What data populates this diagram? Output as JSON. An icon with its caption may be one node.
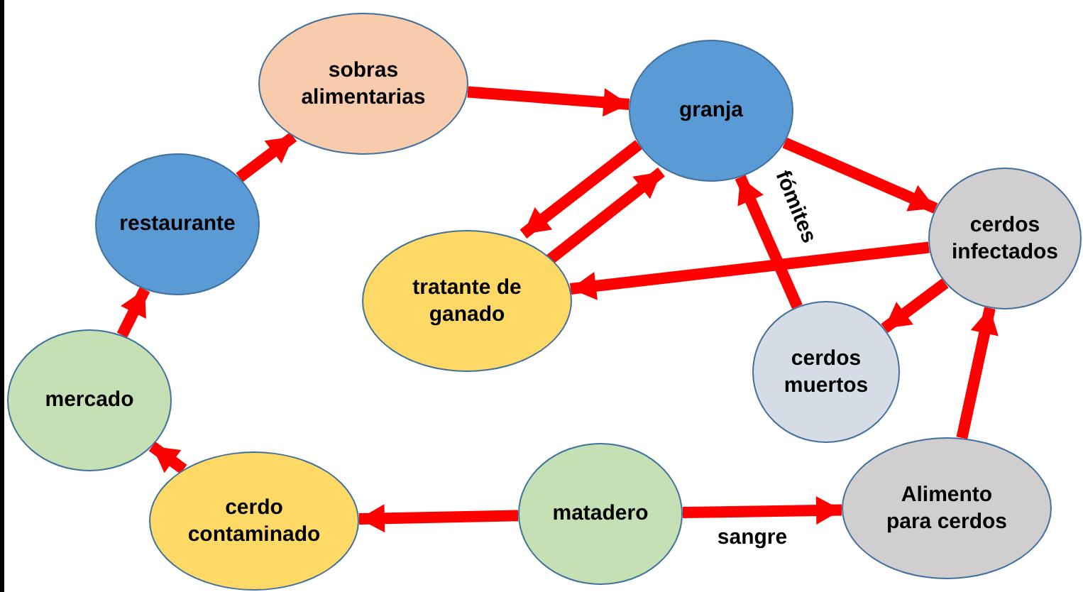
{
  "diagram": {
    "nodes": [
      {
        "text": [
          "sobras alimentarias"
        ]
      },
      {
        "text": [
          "granja"
        ]
      },
      {
        "text": [
          "restaurante"
        ]
      },
      {
        "text": [
          "tratante de ganado"
        ]
      },
      {
        "text": [
          "cerdos infectados"
        ]
      },
      {
        "text": [
          "mercado"
        ]
      },
      {
        "text": [
          "cerdos muertos"
        ]
      },
      {
        "text": [
          "cerdo contaminado"
        ]
      },
      {
        "text": [
          "matadero"
        ]
      },
      {
        "text": [
          "Alimento para cerdos"
        ]
      }
    ],
    "edges": [
      {
        "from": 0,
        "to": 1,
        "arrow": "to"
      },
      {
        "from": 2,
        "to": 0,
        "arrow": "to"
      },
      {
        "from": 5,
        "to": 2,
        "arrow": "to"
      },
      {
        "from": 7,
        "to": 5,
        "arrow": "to"
      },
      {
        "from": 8,
        "to": 7,
        "arrow": "to"
      },
      {
        "from": 8,
        "to": 9,
        "arrow": "to",
        "label": "sangre"
      },
      {
        "from": 9,
        "to": 4,
        "arrow": "to"
      },
      {
        "from": 4,
        "to": 6,
        "arrow": "to"
      },
      {
        "from": 6,
        "to": 1,
        "arrow": "to",
        "label": "fómites"
      },
      {
        "from": 4,
        "to": 3,
        "arrow": "to"
      },
      {
        "from": 1,
        "to": 4,
        "arrow": "to"
      },
      {
        "from": 3,
        "to": 1,
        "arrow": "to"
      },
      {
        "from": 1,
        "to": 3,
        "arrow": "to"
      }
    ]
  }
}
